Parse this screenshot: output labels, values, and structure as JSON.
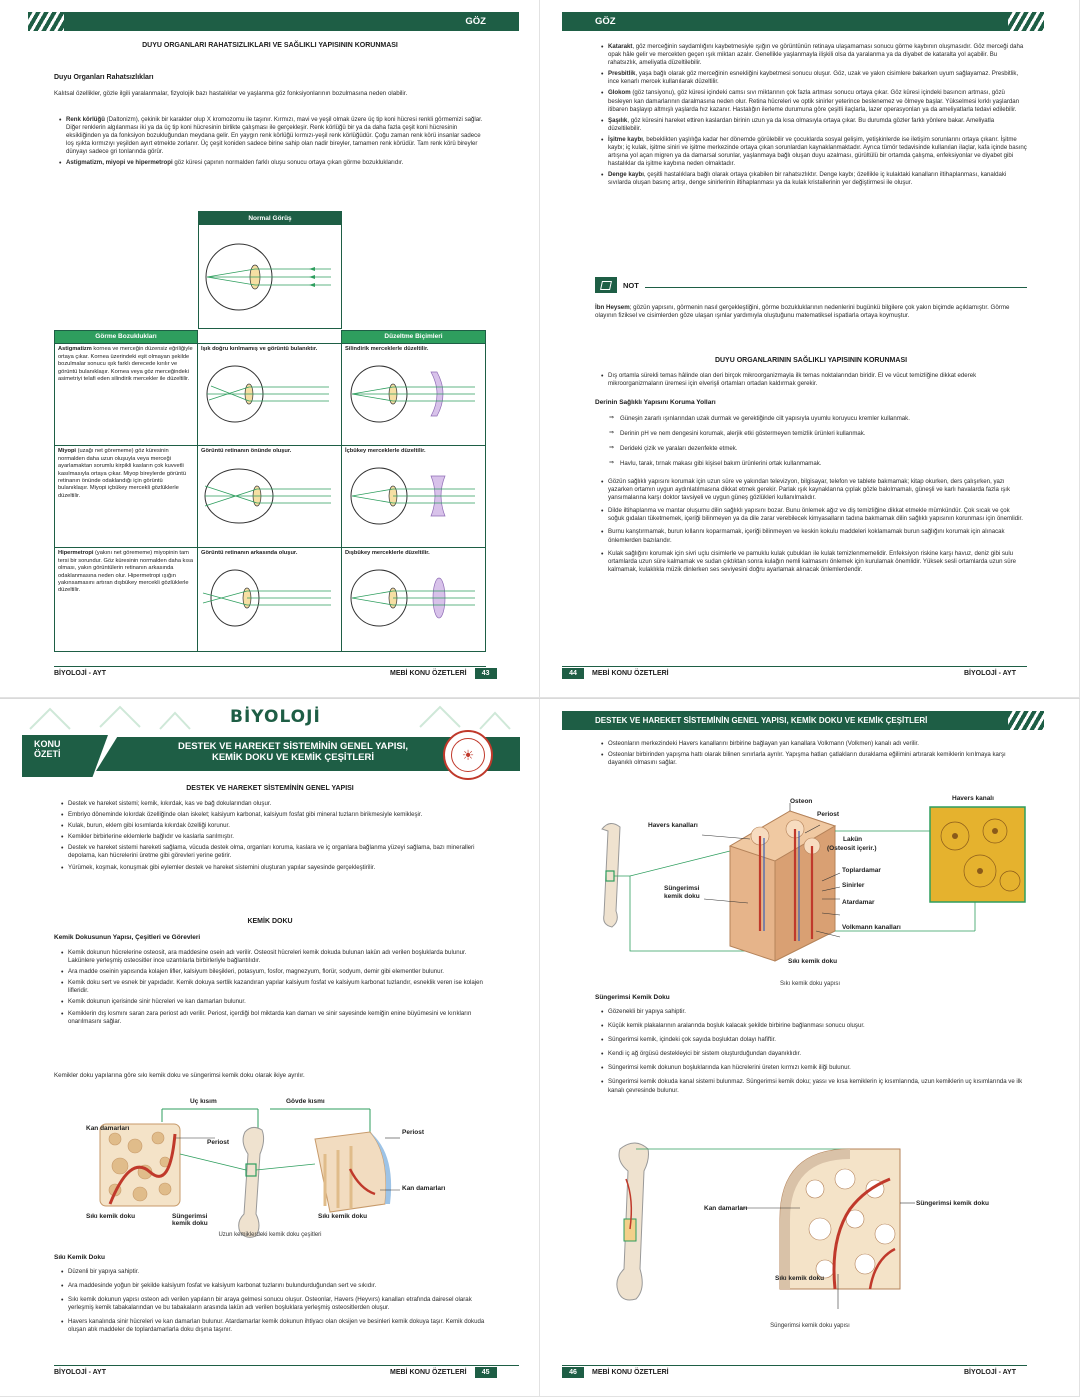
{
  "p43": {
    "header": "GÖZ",
    "title": "DUYU ORGANLARI RAHATSIZLIKLARI VE SAĞLIKLI YAPISININ KORUNMASI",
    "section": "Duyu Organları Rahatsızlıkları",
    "intro": "Kalıtsal özellikler, gözle ilgili yaralanmalar, fizyolojik bazı hastalıklar ve yaşlanma göz fonksiyonlarının bozulmasına neden olabilir.",
    "b1_term": "Renk körlüğü",
    "b1_text": " (Daltonizm), çekinik bir karakter olup X kromozomu ile taşınır. Kırmızı, mavi ve yeşil olmak üzere üç tip koni hücresi renkli görmemizi sağlar. Diğer renklerin algılanması iki ya da üç tip koni hücresinin birlikte çalışması ile gerçekleşir. Renk körlüğü bir ya da daha fazla çeşit koni hücresinin eksikliğinden ya da fonksiyon bozukluğundan meydana gelir. En yaygın renk körlüğü kırmızı-yeşil renk körlüğüdür. Çoğu zaman renk körü insanlar sadece loş ışıkta kırmızıyı yeşilden ayırt etmekte zorlanır. Üç çeşit koniden sadece birine sahip olan nadir bireyler, tamamen renk körüdür. Tam renk körü bireyler dünyayı sadece gri tonlarında görür.",
    "b2_term": "Astigmatizm, miyopi ve hipermetropi",
    "b2_text": " göz küresi çapının normalden farklı oluşu sonucu ortaya çıkan görme bozukluklarıdır.",
    "table": {
      "normal": "Normal Görüş",
      "col1": "Görme Bozuklukları",
      "col3": "Düzeltme Biçimleri",
      "r1a_term": "Astigmatizm",
      "r1a": " kornea ve merceğin düzensiz eğriliğiyle ortaya çıkar. Kornea üzerindeki eşit olmayan şekilde bozulmalar sonucu ışık farklı derecede kırılır ve görüntü bulanıklaşır. Kornea veya göz merceğindeki asimetriyi telafi eden silindirik mercekler ile düzeltilir.",
      "r1b": "Işık doğru kırılmamış ve görüntü bulanıktır.",
      "r1c": "Silindirik merceklerle düzeltilir.",
      "r2a_term": "Miyopi",
      "r2a": " (uzağı net görememe) göz küresinin normalden daha uzun oluşuyla veya merceği ayarlamaktan sorumlu kirpikli kasların çok kuvvetli kasılmasıyla ortaya çıkar. Miyop bireylerde görüntü retinanın önünde odaklandığı için görüntü bulanıklaşır. Miyopi içbükey mercekli gözlüklerle düzeltilir.",
      "r2b": "Görüntü retinanın önünde oluşur.",
      "r2c": "İçbükey merceklerle düzeltilir.",
      "r3a_term": "Hipermetropi",
      "r3a": " (yakını net görememe) miyopinin tam tersi bir sorundur. Göz küresinin normalden daha kısa olması, yakın görüntülerin retinanın arkasında odaklanmasına neden olur. Hipermetropi ışığın yakınsamasını artıran dışbükey mercekli gözlüklerle düzeltilir.",
      "r3b": "Görüntü retinanın arkasında oluşur.",
      "r3c": "Dışbükey merceklerle düzeltilir."
    },
    "footer_left": "BİYOLOJİ - AYT",
    "footer_right": "MEBİ KONU ÖZETLERİ",
    "page_no": "43"
  },
  "p44": {
    "header": "GÖZ",
    "k_term": "Katarakt",
    "k_text": ", göz merceğinin saydamlığını kaybetmesiyle ışığın ve görüntünün retinaya ulaşamaması sonucu görme kaybının oluşmasıdır. Göz merceği daha opak hâle gelir ve mercekten geçen ışık miktarı azalır. Genellikle yaşlanmayla ilişkili olsa da yaralanma ya da diyabet de kataralta yol açabilir. Bu rahatsızlık, ameliyatla düzeltilebilir.",
    "p_term": "Presbitlik",
    "p_text": ", yaşa bağlı olarak göz merceğinin esnekliğini kaybetmesi sonucu oluşur. Göz, uzak ve yakın cisimlere bakarken uyum sağlayamaz. Presbitlik, ince kenarlı mercek kullanılarak düzeltilir.",
    "g_term": "Glokom",
    "g_text": " (göz tansiyonu), göz küresi içindeki camsı sıvı miktarının çok fazla artması sonucu ortaya çıkar. Göz küresi içindeki basıncın artması, gözü besleyen kan damarlarının daralmasına neden olur. Retina hücreleri ve optik sinirler yeterince beslenemez ve ölmeye başlar. Yükselmesi kırklı yaşlardan itibaren başlayıp altmışlı yaşlarda hız kazanır. Hastalığın ilerleme durumuna göre çeşitli ilaçlarla, lazer operasyonları ya da ameliyatlarla tedavi edilebilir.",
    "s_term": "Şaşılık",
    "s_text": ", göz küresini hareket ettiren kaslardan birinin uzun ya da kısa olmasıyla ortaya çıkar. Bu durumda gözler farklı yönlere bakar. Ameliyatla düzeltilebilir.",
    "i_term": "İşitme kaybı",
    "i_text": ", bebeklikten yaşlılığa kadar her dönemde görülebilir ve çocuklarda sosyal gelişim, yetişkinlerde ise iletişim sorunlarını ortaya çıkarır. İşitme kaybı; iç kulak, işitme siniri ve işitme merkezinde ortaya çıkan sorunlardan kaynaklanmaktadır. Ayrıca tümör tedavisinde kullanılan ilaçlar, kafa içinde basınç artışına yol açan migren ya da damarsal sorunlar, yaşlanmaya bağlı oluşan duyu azalması, gürültülü bir ortamda çalışma, enfeksiyonlar ve diyabet gibi hastalıklar da işitme kaybına neden olmaktadır.",
    "d_term": "Denge kaybı",
    "d_text": ", çeşitli hastalıklara bağlı olarak ortaya çıkabilen bir rahatsızlıktır. Denge kaybı; özellikle iç kulaktaki kanalların iltihaplanması, kanaldaki sıvılarda oluşan basınç artışı, denge sinirlerinin iltihaplanması ya da kulak kristallerinin yer değiştirmesi ile oluşur.",
    "not_label": "NOT",
    "not_term": "İbn Heysem",
    "not_text": "; gözün yapısını, görmenin nasıl gerçekleştiğini, görme bozukluklarının nedenlerini bugünkü bilgilere çok yakın biçimde açıklamıştır. Görme olayının fiziksel ve cisimlerden göze ulaşan ışınlar yardımıyla oluştuğunu matematiksel ispatlarla ortaya koymuştur.",
    "title2": "DUYU ORGANLARININ SAĞLIKLI YAPISININ KORUNMASI",
    "c1": "Dış ortamla sürekli temas hâlinde olan deri birçok mikroorganizmayla ilk temas noktalarından biridir. El ve vücut temizliğine dikkat ederek mikroorganizmaların üremesi için elverişli ortamları ortadan kaldırmak gerekir.",
    "sub": "Derinin Sağlıklı Yapısını Koruma Yolları",
    "a1": "Güneşin zararlı ışınlarından uzak durmak ve gerektiğinde cilt yapısıyla uyumlu koruyucu kremler kullanmak.",
    "a2": "Derinin pH ve nem dengesini korumak, alerjik etki göstermeyen temizlik ürünleri kullanmak.",
    "a3": "Derideki çizik ve yaraları dezenfekte etmek.",
    "a4": "Havlu, tarak, tırnak makası gibi kişisel bakım ürünlerini ortak kullanmamak.",
    "c2": "Gözün sağlıklı yapısını korumak için uzun süre ve yakından televizyon, bilgisayar, telefon ve tablete bakmamak; kitap okurken, ders çalışırken, yazı yazarken ortamın uygun aydınlatılmasına dikkat etmek gerekir. Parlak ışık kaynaklarına çıplak gözle bakılmamalı, güneşli ve karlı havalarda fazla ışık yansımalarına karşı doktor tavsiyeli ve uygun güneş gözlükleri kullanılmalıdır.",
    "c3": "Dilde iltihaplanma ve mantar oluşumu dilin sağlıklı yapısını bozar. Bunu önlemek ağız ve diş temizliğine dikkat etmekle mümkündür. Çok sıcak ve çok soğuk gıdaları tüketmemek, içeriği bilinmeyen ya da dile zarar verebilecek kimyasalların tadına bakmamak dilin sağlıklı yapısının korunması için önemlidir.",
    "c4": "Burnu kanştırmamak, burun kıllarını koparmamak, içeriği bilinmeyen ve keskin kokulu maddeleri koklamamak burun sağlığını korumak için alınacak önlemlerden bazılarıdır.",
    "c5": "Kulak sağlığını korumak için sivri uçlu cisimlerle ve pamuklu kulak çubukları ile kulak temizlenmemelidir. Enfeksiyon riskine karşı havuz, deniz gibi sulu ortamlarda uzun süre kalmamak ve sudan çıktıktan sonra kulağın nemli kalmasını önlemek için kurulamak önemlidir. Yüksek sesli ortamlarda uzun süre kalmamak, kulaklıkla müzik dinlerken ses seviyesini doğru ayarlamak alınacak önlemlerdendir.",
    "footer_left": "MEBİ KONU ÖZETLERİ",
    "footer_right": "BİYOLOJİ - AYT",
    "page_no": "44"
  },
  "p45": {
    "brand": "BİYOLOJİ",
    "tag1": "KONU",
    "tag2": "ÖZETİ",
    "banner1": "DESTEK VE HAREKET SİSTEMİNİN GENEL YAPISI,",
    "banner2": "KEMİK DOKU VE KEMİK ÇEŞİTLERİ",
    "title": "DESTEK VE HAREKET SİSTEMİNİN GENEL YAPISI",
    "l1": "Destek ve hareket sistemi; kemik, kıkırdak, kas ve bağ dokularından oluşur.",
    "l2": "Embriyo döneminde kıkırdak özelliğinde olan iskelet; kalsiyum karbonat, kalsiyum fosfat gibi mineral tuzların birikmesiyle kemikleşir.",
    "l3": "Kulak, burun, eklem gibi kısımlarda kıkırdak özelliği korunur.",
    "l4": "Kemikler birbirlerine eklemlerle bağlıdır ve kaslarla sarılmıştır.",
    "l5": "Destek ve hareket sistemi hareketi sağlama, vücuda destek olma, organları koruma, kaslara ve iç organlara bağlanma yüzeyi sağlama, bazı mineralleri depolama, kan hücrelerini üretme gibi görevleri yerine getirir.",
    "l6": "Yürümek, koşmak, konuşmak gibi eylemler destek ve hareket sistemini oluşturan yapılar sayesinde gerçekleştirilir.",
    "sub1": "KEMİK DOKU",
    "sub2": "Kemik Dokusunun Yapısı, Çeşitleri ve Görevleri",
    "k1": "Kemik dokunun hücrelerine osteosit, ara maddesine osein adı verilir. Osteosit hücreleri kemik dokuda bulunan lakün adı verilen boşluklarda bulunur. Lakünlere yerleşmiş osteositler ince uzantılarla birbirleriyle bağlantılıdır.",
    "k2": "Ara madde oseinin yapısında kolajen lifler, kalsiyum bileşikleri, potasyum, fosfor, magnezyum, florür, sodyum, demir gibi elementler bulunur.",
    "k3": "Kemik doku sert ve esnek bir yapıdadır. Kemik dokuya sertlik kazandıran yapılar kalsiyum fosfat ve kalsiyum karbonat tuzlarıdır, esneklik veren ise kolajen lifleridir.",
    "k4": "Kemik dokunun içerisinde sinir hücreleri ve kan damarları bulunur.",
    "k5": "Kemiklerin dış kısmını saran zara periost adı verilir. Periost, içerdiği bol miktarda kan damarı ve sinir sayesinde kemiğin enine büyümesini ve kırıkların onarılmasını sağlar.",
    "k6": "Kemikler doku yapılarına göre sıkı kemik doku ve süngerimsi kemik doku olarak ikiye ayrılır.",
    "fig": {
      "uc": "Uç kısım",
      "govde": "Gövde kısmı",
      "kan": "Kan damarları",
      "periost": "Periost",
      "periost2": "Periost",
      "kan2": "Kan damarları",
      "siki": "Sıkı kemik doku",
      "sunger": "Süngerimsi kemik doku",
      "siki2": "Sıkı kemik doku",
      "caption": "Uzun kemiklerdeki kemik doku çeşitleri"
    },
    "sub3": "Sıkı Kemik Doku",
    "s1": "Düzenli bir yapıya sahiptir.",
    "s2": "Ara maddesinde yoğun bir şekilde kalsiyum fosfat ve kalsiyum karbonat tuzlarını bulundurduğundan sert ve sıkıdır.",
    "s3": "Sıkı kemik dokunun yapısı osteon adı verilen yapıların bir araya gelmesi sonucu oluşur. Osteonlar, Havers (Heyvırs) kanalları etrafında dairesel olarak yerleşmiş kemik tabakalarından ve bu tabakaların arasında lakün adı verilen boşluklara yerleşmiş osteositlerden oluşur.",
    "s4": "Havers kanalında sinir hücreleri ve kan damarları bulunur. Atardamarlar kemik dokunun ihtiyacı olan oksijen ve besinleri kemik dokuya taşır. Kemik dokuda oluşan atık maddeler de toplardamarlarla doku dışına taşınır.",
    "footer_left": "BİYOLOJİ - AYT",
    "footer_right": "MEBİ KONU ÖZETLERİ",
    "page_no": "45"
  },
  "p46": {
    "header": "DESTEK VE HAREKET SİSTEMİNİN GENEL YAPISI, KEMİK DOKU VE KEMİK ÇEŞİTLERİ",
    "o1": "Osteonların merkezindeki Havers kanallarını birbirine bağlayan yan kanallara Volkmann (Volkmen) kanalı adı verilir.",
    "o2": "Osteonlar birbirinden yapışma hattı olarak bilinen sınırlarla ayrılır. Yapışma hatları çatlakların duraklama eğilimini artırarak kemiklerin kırılmaya karşı dayanıklı olmasını sağlar.",
    "fig1": {
      "osteon": "Osteon",
      "havers_top": "Havers kanalı",
      "periost": "Periost",
      "havers": "Havers kanalları",
      "lakun": "Lakün",
      "lakun2": "(Osteosit içerir.)",
      "topla": "Toplardamar",
      "sinir": "Sinirler",
      "ata": "Atardamar",
      "sunger1": "Süngerimsi",
      "sunger2": "kemik doku",
      "volk": "Volkmann kanalları",
      "siki": "Sıkı kemik doku",
      "caption": "Sıkı kemik doku yapısı"
    },
    "sub": "Süngerimsi Kemik Doku",
    "g1": "Gözenekli bir yapıya sahiptir.",
    "g2": "Küçük kemik plakalarının aralarında boşluk kalacak şekilde birbirine bağlanması sonucu oluşur.",
    "g3": "Süngerimsi kemik, içindeki çok sayıda boşluktan dolayı hafiftir.",
    "g4": "Kendi iç ağ örgüsü destekleyici bir sistem oluşturduğundan dayanıklıdır.",
    "g5": "Süngerimsi kemik dokunun boşluklarında kan hücrelerini üreten kırmızı kemik iliği bulunur.",
    "g6": "Süngerimsi kemik dokuda kanal sistemi bulunmaz. Süngerimsi kemik doku; yassı ve kısa kemiklerin iç kısımlarında, uzun kemiklerin uç kısımlarında ve ilk kanalı çevresinde bulunur.",
    "fig2": {
      "kan": "Kan damarları",
      "sunger": "Süngerimsi kemik doku",
      "siki": "Sıkı kemik doku",
      "caption": "Süngerimsi kemik doku yapısı"
    },
    "footer_left": "MEBİ KONU ÖZETLERİ",
    "footer_right": "BİYOLOJİ - AYT",
    "page_no": "46"
  },
  "colors": {
    "green_dark": "#1e5e45",
    "green_light": "#2e9e5e",
    "bone": "#e6b48a",
    "vessel": "#c0392b",
    "marrow": "#f3d08a"
  }
}
